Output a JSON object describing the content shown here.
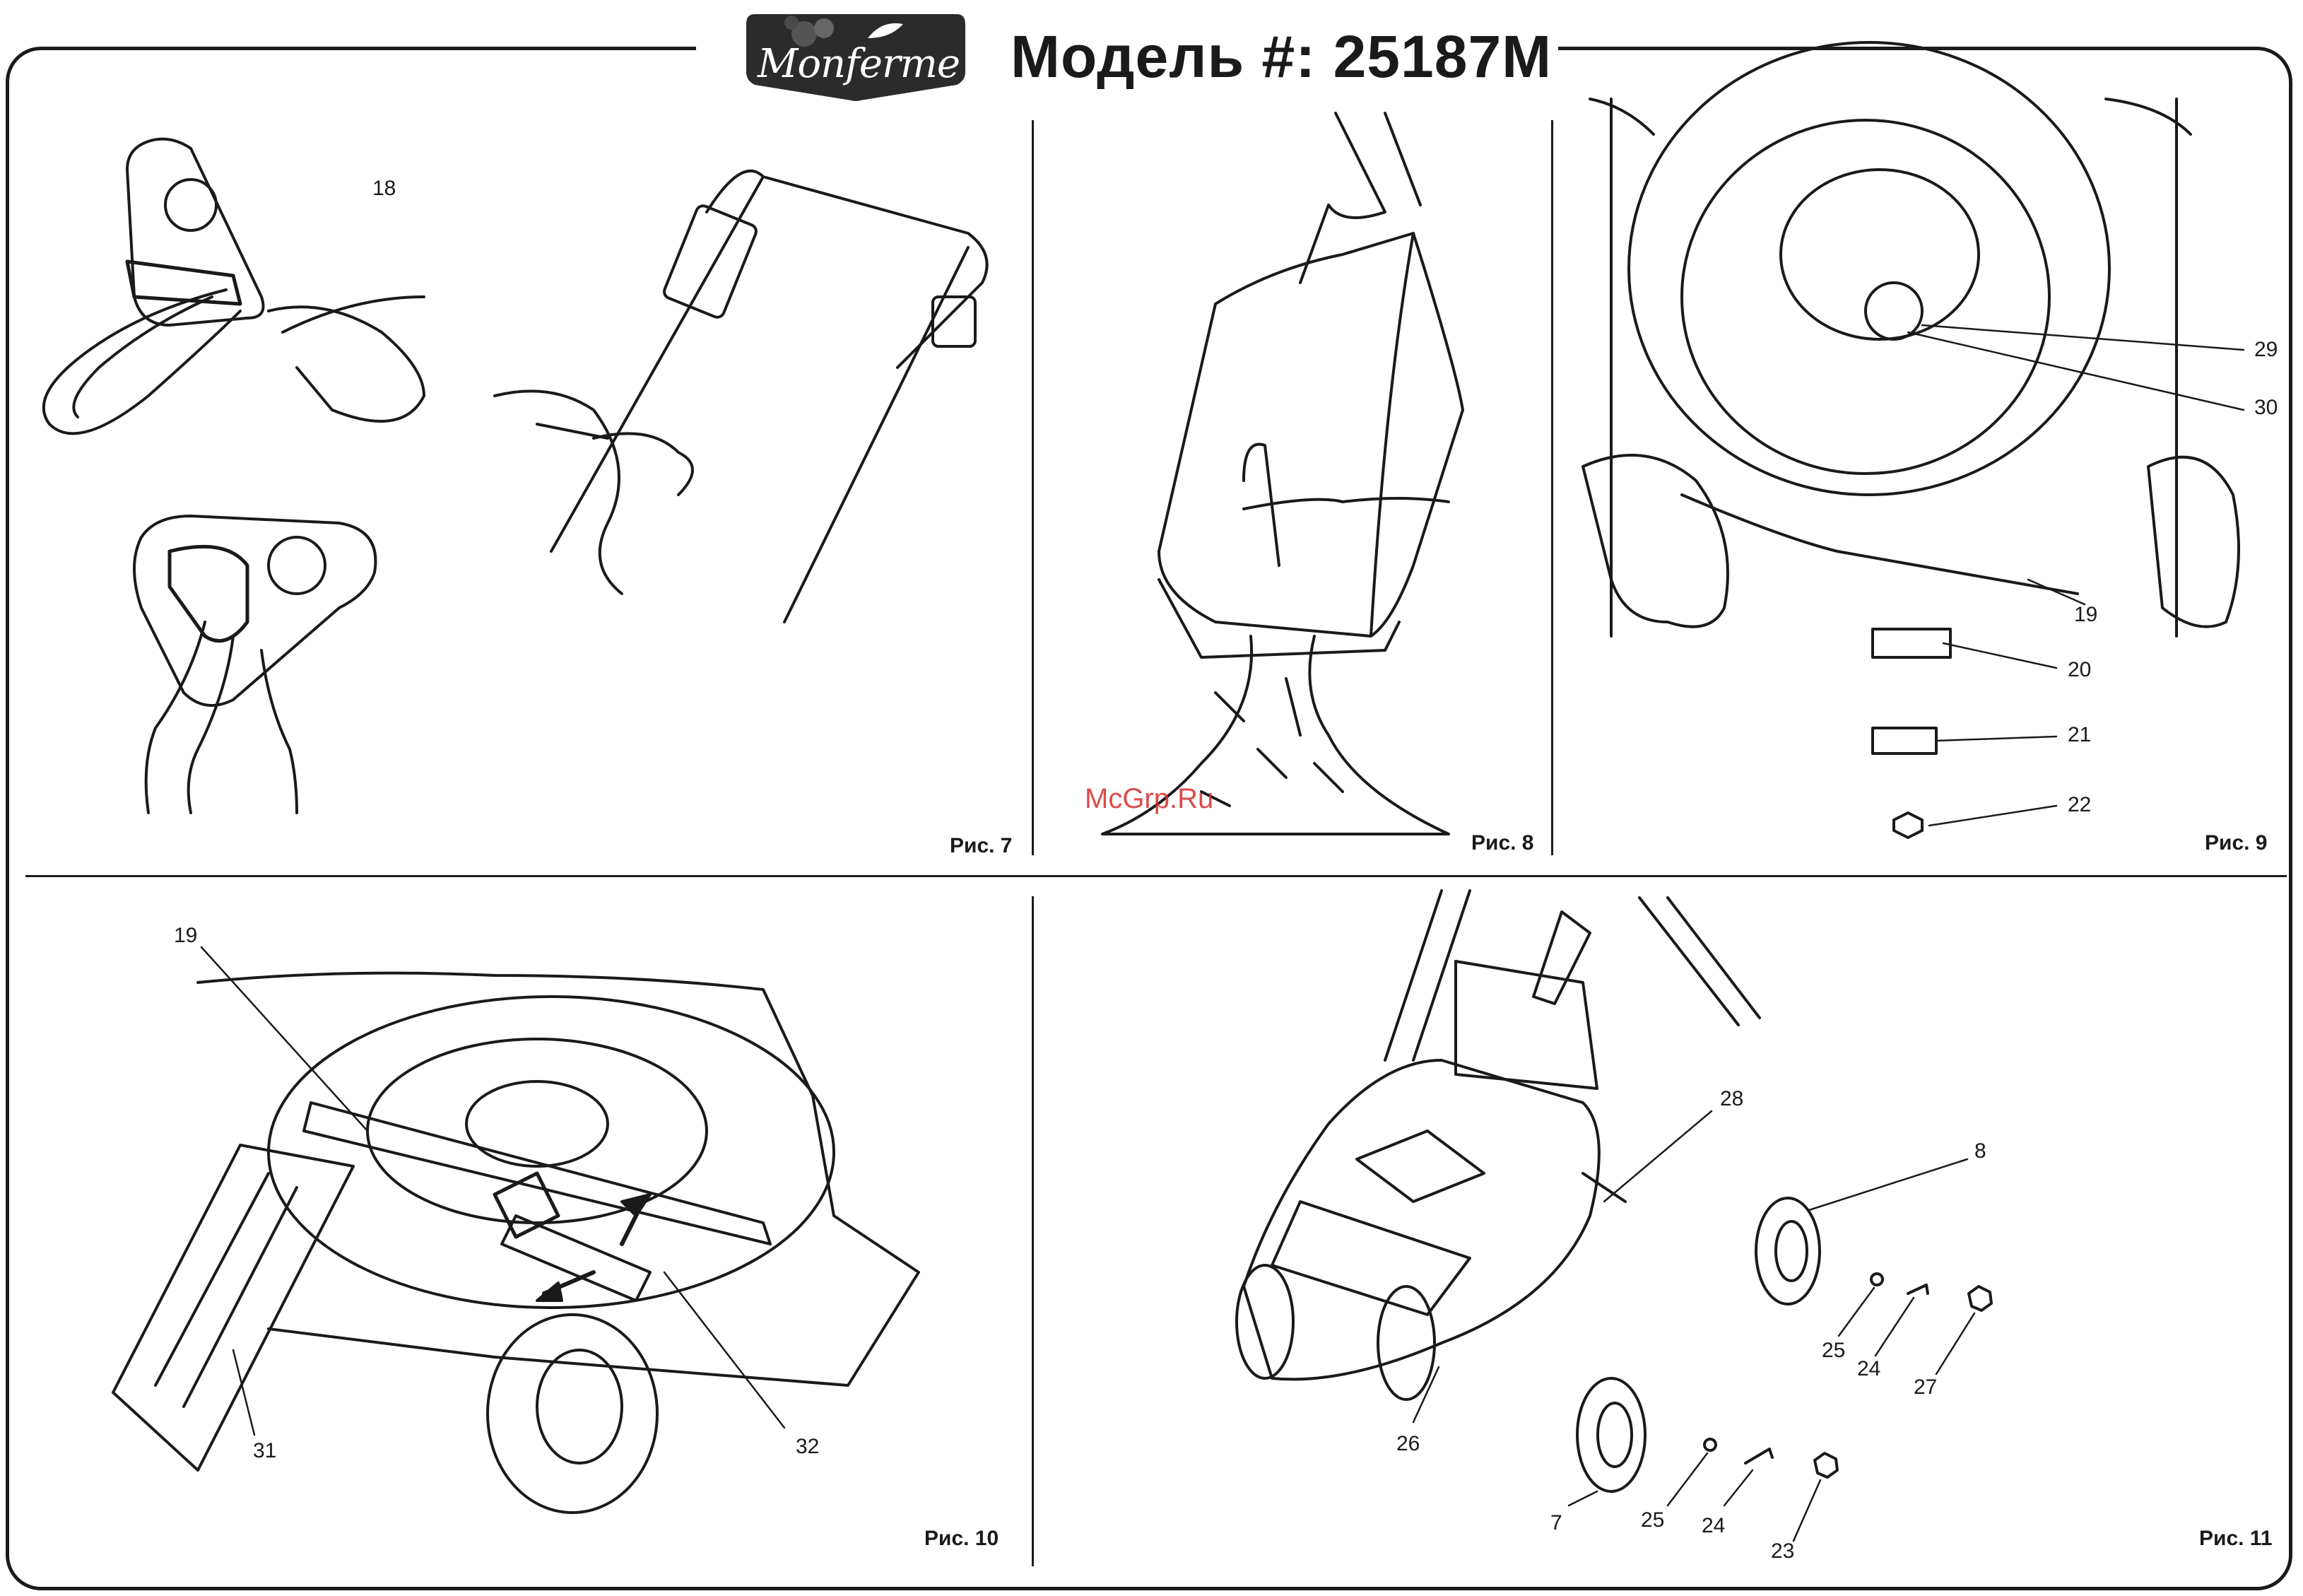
{
  "header": {
    "brand": "Monferme",
    "title": "Модель #: 25187M"
  },
  "watermark": "McGrp.Ru",
  "figures": [
    {
      "label": "Рис. 7",
      "callouts": [
        "18"
      ]
    },
    {
      "label": "Рис. 8",
      "callouts": []
    },
    {
      "label": "Рис. 9",
      "callouts": [
        "29",
        "30",
        "19",
        "20",
        "21",
        "22"
      ]
    },
    {
      "label": "Рис. 10",
      "callouts": [
        "19",
        "31",
        "32"
      ]
    },
    {
      "label": "Рис. 11",
      "callouts": [
        "28",
        "8",
        "26",
        "25",
        "24",
        "27",
        "7",
        "25",
        "24",
        "23"
      ]
    }
  ],
  "colors": {
    "ink": "#1a1a1a",
    "logo_bg": "#2b2b2b",
    "watermark": "#d62c2c"
  }
}
